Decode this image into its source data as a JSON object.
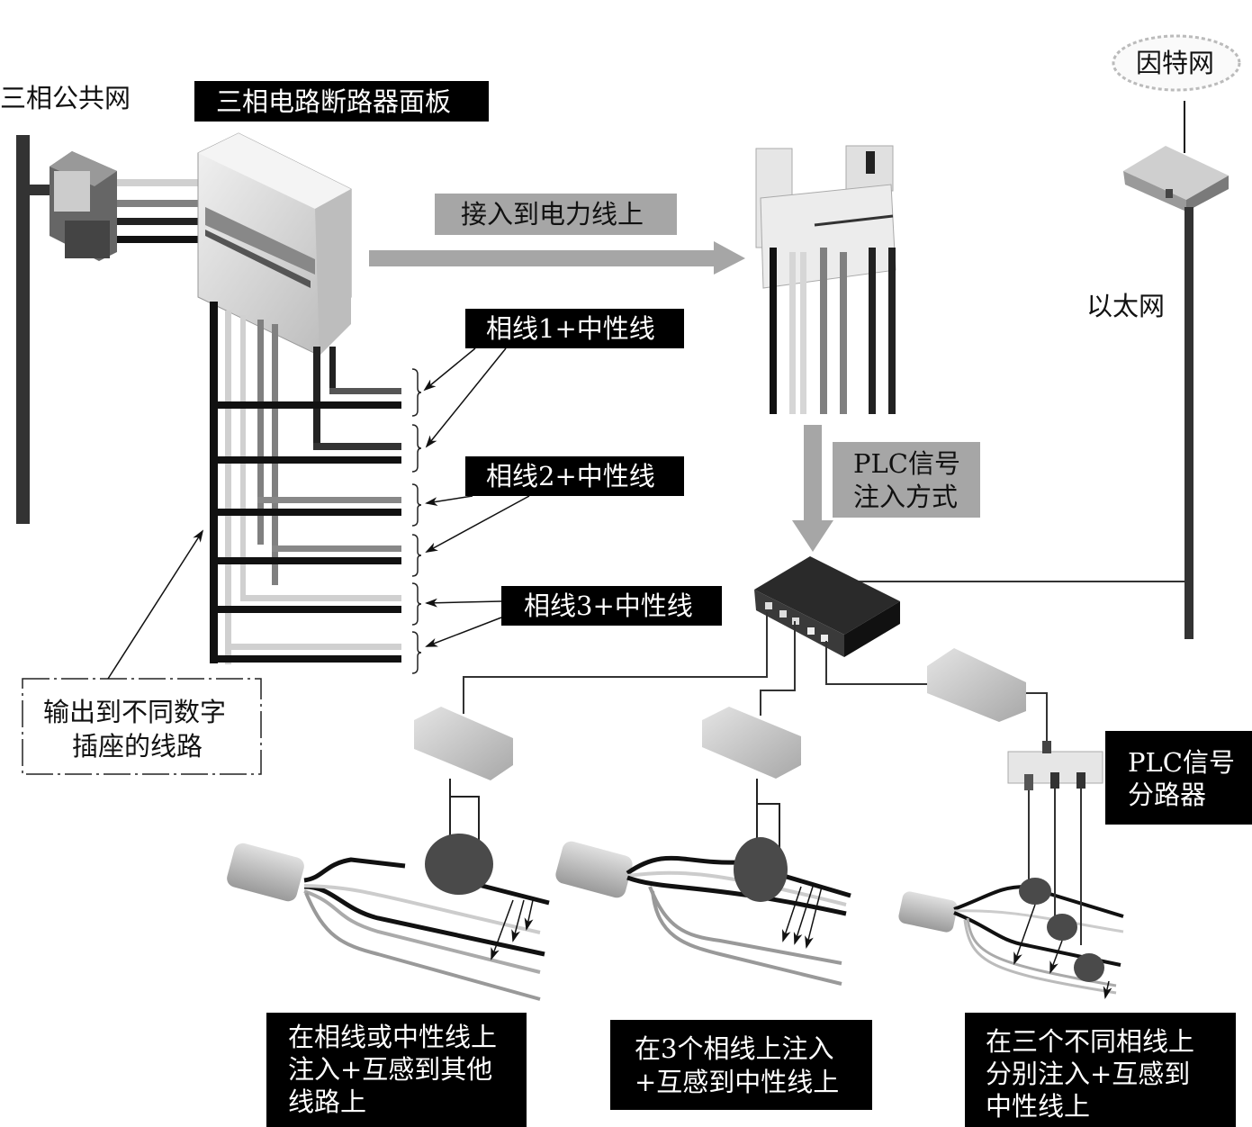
{
  "diagram": {
    "type": "PLC signal injection methods for three-phase power distribution",
    "labels": {
      "public_grid": "三相公共网",
      "breaker_panel": "三相电路断路器面板",
      "connect_to_powerline": "接入到电力线上",
      "phase1": "相线1+中性线",
      "phase2": "相线2+中性线",
      "phase3": "相线3+中性线",
      "output_lines_1": "输出到不同数字",
      "output_lines_2": "插座的线路",
      "internet": "因特网",
      "ethernet": "以太网",
      "injection_method_1": "PLC信号",
      "injection_method_2": "注入方式",
      "splitter_1": "PLC信号",
      "splitter_2": "分路器"
    },
    "methods": [
      {
        "lines": [
          "在相线或中性线上",
          "注入+互感到其他",
          "线路上"
        ]
      },
      {
        "lines": [
          "在3个相线上注入",
          "+互感到中性线上"
        ]
      },
      {
        "lines": [
          "在三个不同相线上",
          "分别注入+互感到",
          "中性线上"
        ]
      }
    ],
    "colors": {
      "black_box": "#000000",
      "gray_box": "#a6a6a6",
      "wire_dark": "#1a1a1a",
      "wire_mid": "#808080",
      "wire_light": "#c8c8c8",
      "bus": "#3a3a3a"
    }
  }
}
